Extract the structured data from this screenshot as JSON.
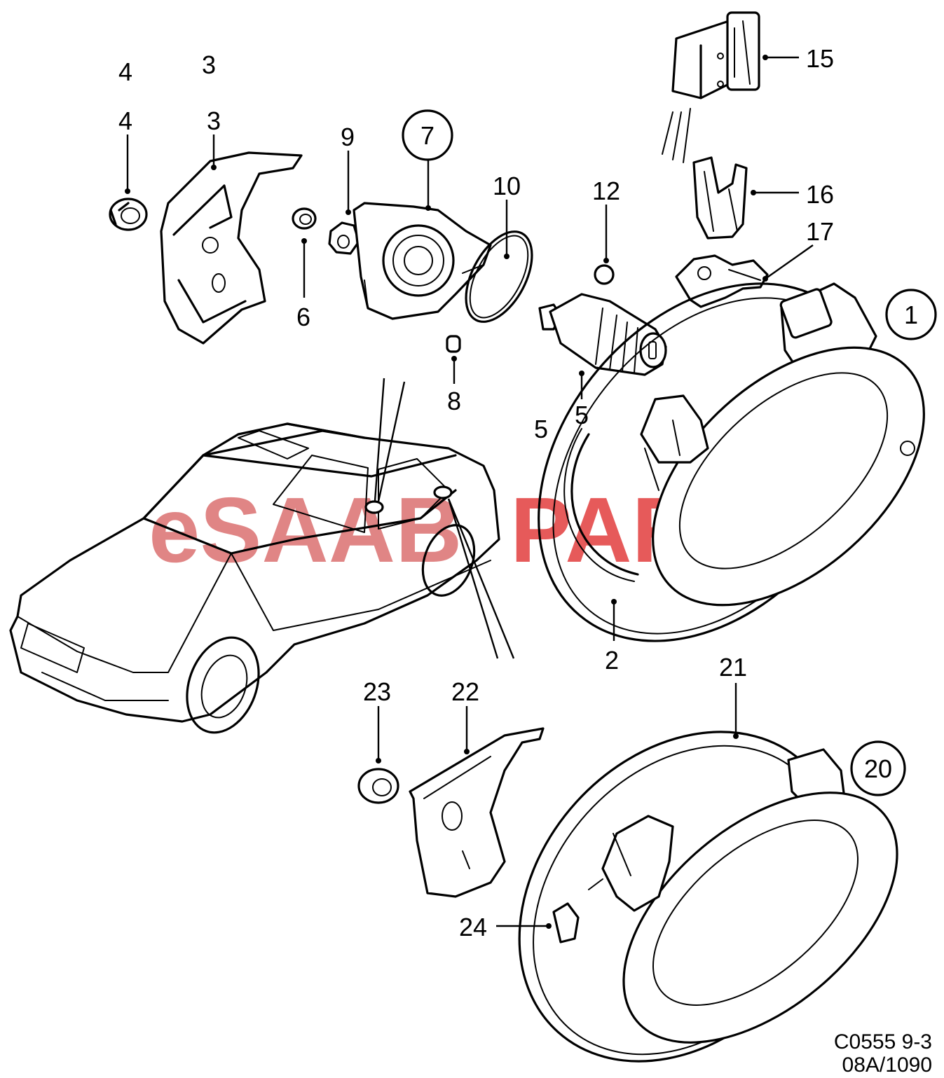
{
  "diagram": {
    "watermark": {
      "left": "eSAAB",
      "right": "PARTS",
      "color_left": "#e08585",
      "color_right": "#e65a5a"
    },
    "labels": {
      "n4_top": "4",
      "n3_top": "3",
      "n4": "4",
      "n3": "3",
      "n9": "9",
      "n7": "7",
      "n10": "10",
      "n12": "12",
      "n15": "15",
      "n16": "16",
      "n17": "17",
      "n1": "1",
      "n6": "6",
      "n8": "8",
      "n5": "5",
      "n5_left": "5",
      "n2": "2",
      "n21": "21",
      "n23": "23",
      "n22": "22",
      "n20": "20",
      "n24": "24"
    },
    "caption": {
      "line1": "C0555 9-3",
      "line2": "08A/1090"
    }
  }
}
